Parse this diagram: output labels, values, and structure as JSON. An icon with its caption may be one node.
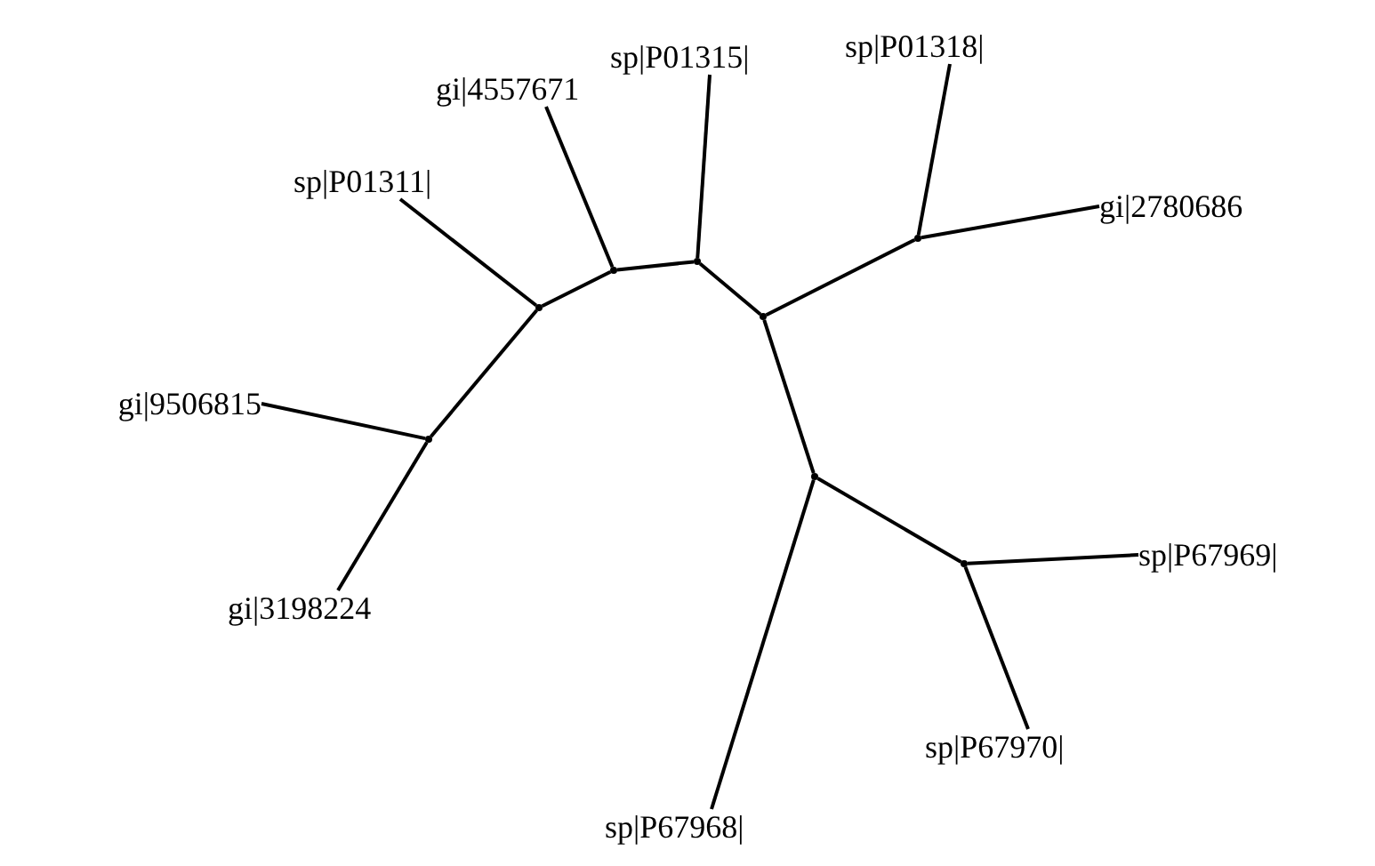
{
  "diagram": {
    "nodes": [
      {
        "text": [
          "gi|4557671"
        ]
      },
      {
        "text": [
          "sp|P01315|"
        ]
      },
      {
        "text": [
          "sp|P01318|"
        ]
      },
      {
        "text": [
          "sp|P01311|"
        ]
      },
      {
        "text": [
          "gi|2780686"
        ]
      },
      {
        "text": [
          "gi|9506815"
        ]
      },
      {
        "text": [
          "gi|3198224"
        ]
      },
      {
        "text": [
          "sp|P67969|"
        ]
      },
      {
        "text": [
          "sp|P67970|"
        ]
      },
      {
        "text": [
          "sp|P67968|"
        ]
      },
      {
        "text": [],
        "shape": "point"
      },
      {
        "text": [],
        "shape": "point"
      },
      {
        "text": [],
        "shape": "point"
      },
      {
        "text": [],
        "shape": "point"
      },
      {
        "text": [],
        "shape": "point"
      },
      {
        "text": [],
        "shape": "point"
      },
      {
        "text": [],
        "shape": "point"
      },
      {
        "text": [],
        "shape": "point"
      }
    ],
    "edges": [
      {
        "from": 10,
        "to": 5,
        "arrow": "none"
      },
      {
        "from": 10,
        "to": 6,
        "arrow": "none"
      },
      {
        "from": 10,
        "to": 11,
        "arrow": "none"
      },
      {
        "from": 11,
        "to": 3,
        "arrow": "none"
      },
      {
        "from": 11,
        "to": 12,
        "arrow": "none"
      },
      {
        "from": 12,
        "to": 0,
        "arrow": "none"
      },
      {
        "from": 12,
        "to": 13,
        "arrow": "none"
      },
      {
        "from": 13,
        "to": 1,
        "arrow": "none"
      },
      {
        "from": 13,
        "to": 14,
        "arrow": "none"
      },
      {
        "from": 14,
        "to": 15,
        "arrow": "none"
      },
      {
        "from": 15,
        "to": 2,
        "arrow": "none"
      },
      {
        "from": 15,
        "to": 4,
        "arrow": "none"
      },
      {
        "from": 14,
        "to": 16,
        "arrow": "none"
      },
      {
        "from": 16,
        "to": 9,
        "arrow": "none"
      },
      {
        "from": 16,
        "to": 17,
        "arrow": "none"
      },
      {
        "from": 17,
        "to": 7,
        "arrow": "none"
      },
      {
        "from": 17,
        "to": 8,
        "arrow": "none"
      }
    ]
  }
}
